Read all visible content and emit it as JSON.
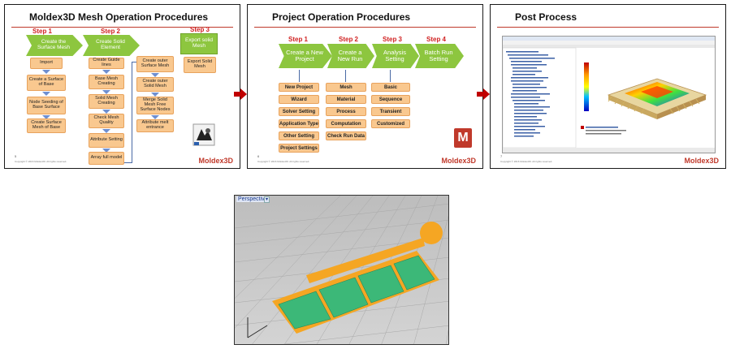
{
  "slide1": {
    "title": "Moldex3D Mesh Operation Procedures",
    "step1_label": "Step 1",
    "step2_label": "Step 2",
    "step3_label": "Step 3",
    "step1_head": "Create the Surface Mesh",
    "step2_head": "Create Solid Element",
    "step3_head": "Export solid Mesh",
    "col1": [
      "Import",
      "Create a Surface of Base",
      "Node Seeding of Base Surface",
      "Create Surface Mesh of Base"
    ],
    "col2": [
      "Create Guide lines",
      "Base Mesh Creating",
      "Solid Mesh Creating",
      "Check Mesh Quality",
      "Attribute Setting",
      "Array full model"
    ],
    "col3": [
      "Create outer Surface Mesh",
      "Create outer Solid Mesh",
      "Merge Solid Mesh Free Surface Nodes",
      "Attribute melt entrance"
    ],
    "col4": [
      "Export Solid Mesh"
    ],
    "page": "5",
    "copyright": "Copyright © 2016 Moldex3D. All rights reserved."
  },
  "slide2": {
    "title": "Project Operation Procedures",
    "steps": [
      "Step 1",
      "Step 2",
      "Step 3",
      "Step 4"
    ],
    "heads": [
      "Create a New Project",
      "Create a New Run",
      "Analysis Setting",
      "Batch Run Setting"
    ],
    "col1": [
      "New Project",
      "Wizard",
      "Solver Setting",
      "Application Type",
      "Other Setting",
      "Project Settings"
    ],
    "col2": [
      "Mesh",
      "Material",
      "Process",
      "Computation",
      "Check Run Data"
    ],
    "col3": [
      "Basic",
      "Sequence",
      "Transient",
      "Customized"
    ],
    "page": "6",
    "copyright": "Copyright © 2016 Moldex3D. All rights reserved.",
    "logo_letter": "M"
  },
  "slide3": {
    "title": "Post Process",
    "page": "7",
    "copyright": "Copyright © 2016 Moldex3D. All rights reserved."
  },
  "brand": "Moldex3D",
  "viewport": {
    "label": "Perspective",
    "caret": "▾"
  },
  "colors": {
    "accent_red": "#c00000",
    "green": "#8dc63f",
    "orange_box": "#f9c88f",
    "part_orange": "#f5a623",
    "part_green": "#3cb878"
  },
  "icons": [
    "red-arrow-icon",
    "down-arrow-icon",
    "moldex-logo-icon",
    "software-icon",
    "perspective-dropdown-icon"
  ]
}
